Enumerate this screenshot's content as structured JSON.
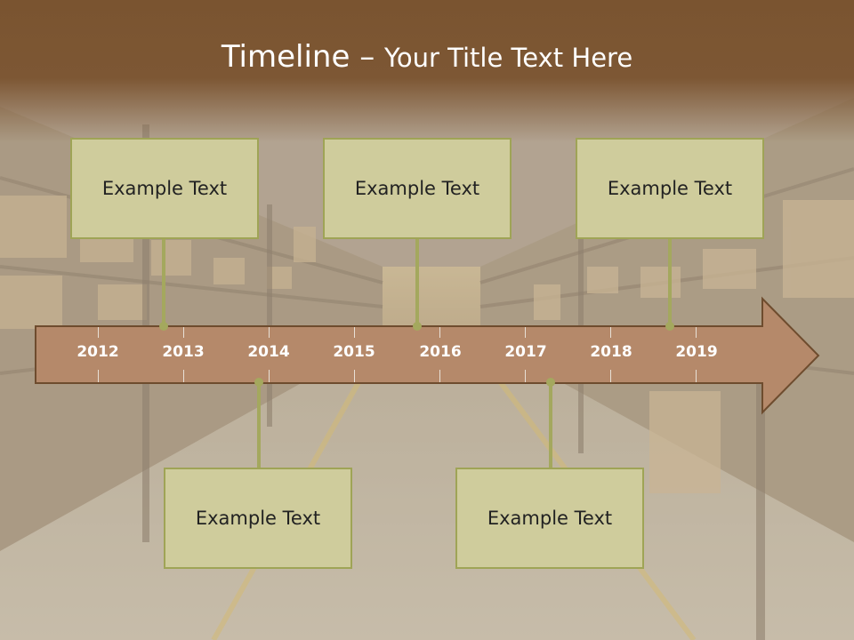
{
  "slide": {
    "title_main": "Timeline",
    "title_sep": " – ",
    "title_sub": "Your Title Text Here"
  },
  "timeline": {
    "years": [
      "2012",
      "2013",
      "2014",
      "2015",
      "2016",
      "2017",
      "2018",
      "2019"
    ]
  },
  "events": {
    "top": [
      "Example Text",
      "Example Text",
      "Example Text"
    ],
    "bottom": [
      "Example Text",
      "Example Text"
    ]
  },
  "colors": {
    "header": "#7a5430",
    "arrow": "#b5896a",
    "box_fill": "#cfcc9c",
    "box_border": "#9fa456",
    "connector": "#a4a85e"
  }
}
